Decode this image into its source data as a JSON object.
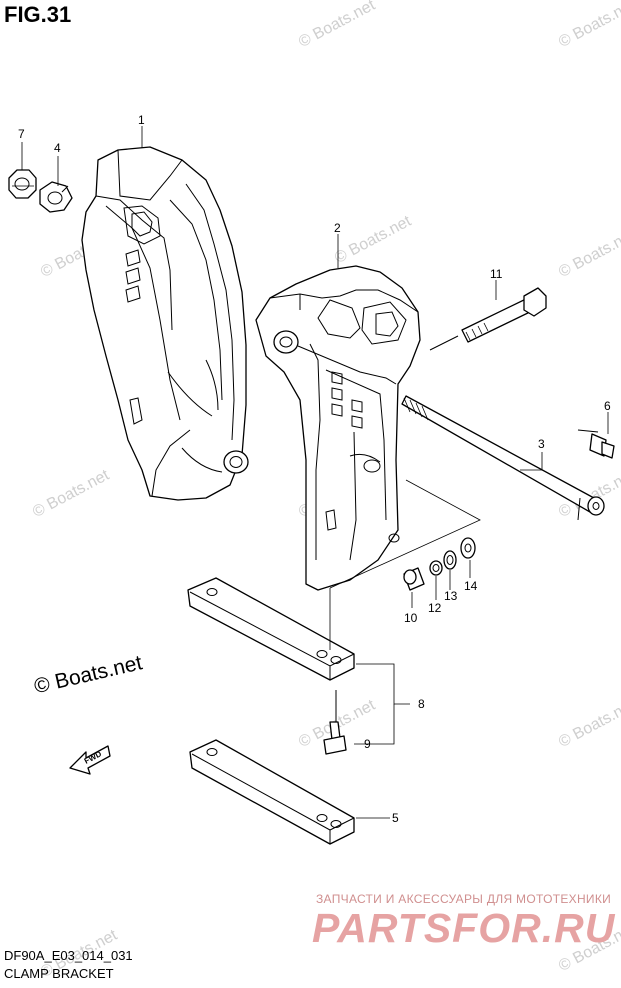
{
  "figure_label": "FIG.31",
  "brand_text": "© Boats.net",
  "watermark_text": "© Boats.net",
  "fwd_label": "FWD",
  "diagram_code": "DF90A_E03_014_031",
  "diagram_name": "CLAMP BRACKET",
  "seller_tagline": "ЗАПЧАСТИ И АКСЕССУАРЫ ДЛЯ МОТОТЕХНИКИ",
  "seller_logo": "PARTSFOR.RU",
  "callouts": {
    "c1": "1",
    "c2": "2",
    "c3": "3",
    "c4": "4",
    "c5": "5",
    "c6": "6",
    "c7": "7",
    "c8": "8",
    "c9": "9",
    "c10": "10",
    "c11": "11",
    "c12": "12",
    "c13": "13",
    "c14": "14"
  },
  "colors": {
    "line": "#000000",
    "watermark": "#cfcfcf",
    "seller": "#e6a3a3"
  }
}
